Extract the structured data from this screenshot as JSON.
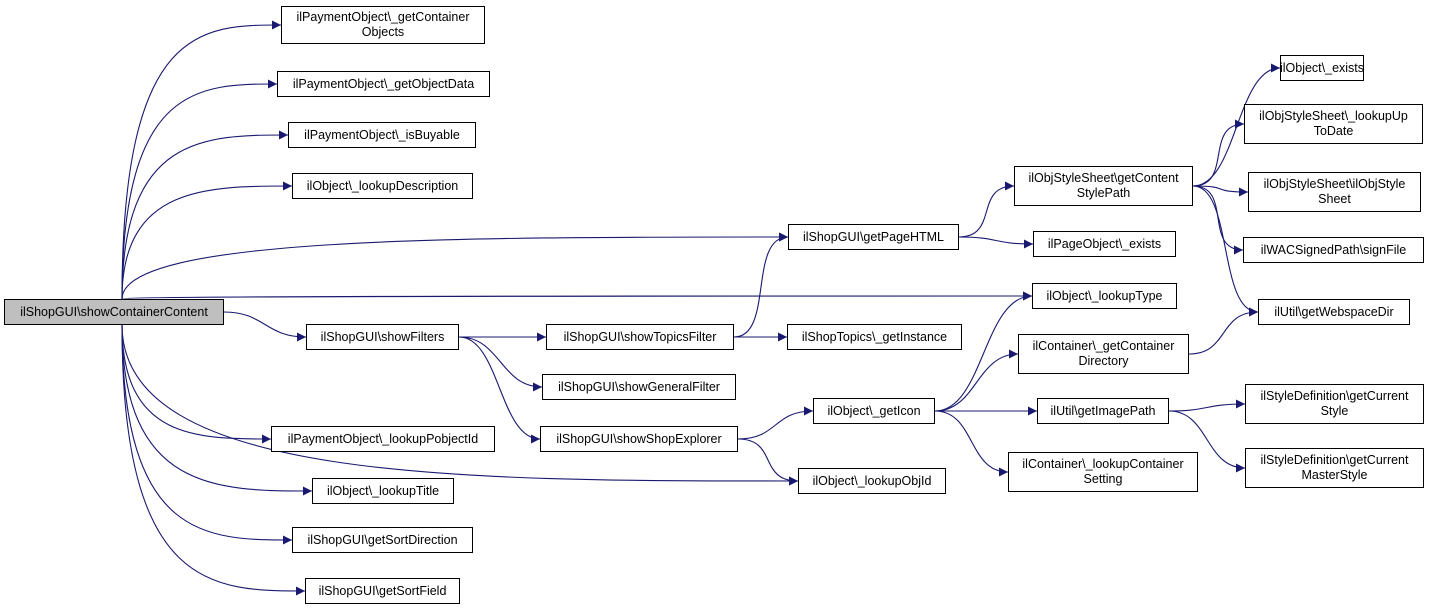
{
  "colors": {
    "edge": "#191970",
    "root_fill": "#bfbfbf",
    "node_fill": "#ffffff",
    "border": "#000000"
  },
  "nodes": [
    {
      "id": "root",
      "label": "ilShopGUI\\showContainerContent",
      "root": true
    },
    {
      "id": "n1",
      "label": "ilPaymentObject\\_getContainer\nObjects"
    },
    {
      "id": "n2",
      "label": "ilPaymentObject\\_getObjectData"
    },
    {
      "id": "n3",
      "label": "ilPaymentObject\\_isBuyable"
    },
    {
      "id": "n4",
      "label": "ilObject\\_lookupDescription"
    },
    {
      "id": "n5",
      "label": "ilShopGUI\\getPageHTML"
    },
    {
      "id": "n6",
      "label": "ilObject\\_lookupType"
    },
    {
      "id": "n7",
      "label": "ilShopGUI\\showFilters"
    },
    {
      "id": "n8",
      "label": "ilObject\\_lookupObjId"
    },
    {
      "id": "n9",
      "label": "ilPaymentObject\\_lookupPobjectId"
    },
    {
      "id": "n10",
      "label": "ilObject\\_lookupTitle"
    },
    {
      "id": "n11",
      "label": "ilShopGUI\\getSortDirection"
    },
    {
      "id": "n12",
      "label": "ilShopGUI\\getSortField"
    },
    {
      "id": "n13",
      "label": "ilShopGUI\\showTopicsFilter"
    },
    {
      "id": "n14",
      "label": "ilShopGUI\\showGeneralFilter"
    },
    {
      "id": "n15",
      "label": "ilShopGUI\\showShopExplorer"
    },
    {
      "id": "n16",
      "label": "ilShopTopics\\_getInstance"
    },
    {
      "id": "n17",
      "label": "ilObject\\_getIcon"
    },
    {
      "id": "n18",
      "label": "ilObjStyleSheet\\getContent\nStylePath"
    },
    {
      "id": "n19",
      "label": "ilPageObject\\_exists"
    },
    {
      "id": "n20",
      "label": "ilContainer\\_getContainer\nDirectory"
    },
    {
      "id": "n21",
      "label": "ilUtil\\getImagePath"
    },
    {
      "id": "n22",
      "label": "ilContainer\\_lookupContainer\nSetting"
    },
    {
      "id": "n23",
      "label": "ilObject\\_exists"
    },
    {
      "id": "n24",
      "label": "ilObjStyleSheet\\_lookupUp\nToDate"
    },
    {
      "id": "n25",
      "label": "ilObjStyleSheet\\ilObjStyle\nSheet"
    },
    {
      "id": "n26",
      "label": "ilWACSignedPath\\signFile"
    },
    {
      "id": "n27",
      "label": "ilUtil\\getWebspaceDir"
    },
    {
      "id": "n28",
      "label": "ilStyleDefinition\\getCurrent\nStyle"
    },
    {
      "id": "n29",
      "label": "ilStyleDefinition\\getCurrent\nMasterStyle"
    }
  ],
  "edges": [
    [
      "root",
      "n1"
    ],
    [
      "root",
      "n2"
    ],
    [
      "root",
      "n3"
    ],
    [
      "root",
      "n4"
    ],
    [
      "root",
      "n5"
    ],
    [
      "root",
      "n6"
    ],
    [
      "root",
      "n7"
    ],
    [
      "root",
      "n8"
    ],
    [
      "root",
      "n9"
    ],
    [
      "root",
      "n10"
    ],
    [
      "root",
      "n11"
    ],
    [
      "root",
      "n12"
    ],
    [
      "n7",
      "n13"
    ],
    [
      "n7",
      "n14"
    ],
    [
      "n7",
      "n15"
    ],
    [
      "n13",
      "n5"
    ],
    [
      "n13",
      "n16"
    ],
    [
      "n15",
      "n17"
    ],
    [
      "n15",
      "n8"
    ],
    [
      "n17",
      "n6"
    ],
    [
      "n17",
      "n20"
    ],
    [
      "n17",
      "n21"
    ],
    [
      "n17",
      "n22"
    ],
    [
      "n5",
      "n18"
    ],
    [
      "n5",
      "n19"
    ],
    [
      "n18",
      "n23"
    ],
    [
      "n18",
      "n24"
    ],
    [
      "n18",
      "n25"
    ],
    [
      "n18",
      "n26"
    ],
    [
      "n18",
      "n27"
    ],
    [
      "n20",
      "n27"
    ],
    [
      "n21",
      "n28"
    ],
    [
      "n21",
      "n29"
    ]
  ]
}
